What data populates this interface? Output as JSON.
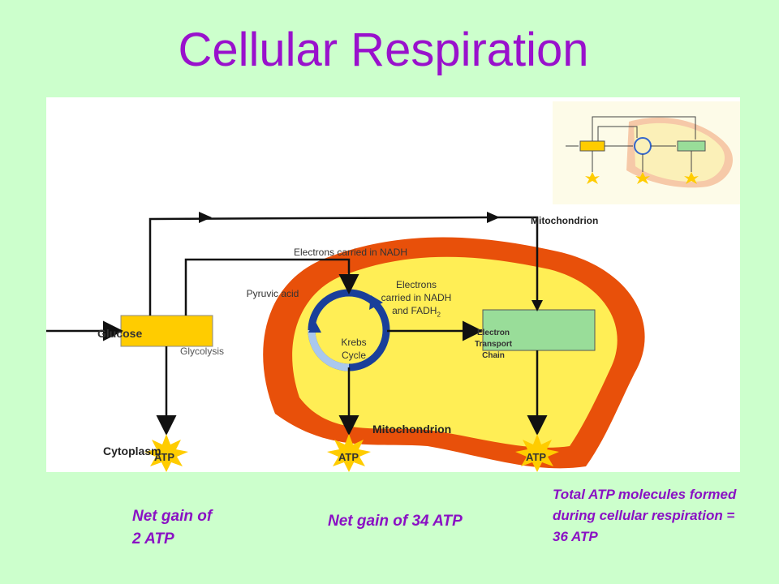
{
  "title": "Cellular Respiration",
  "labels": {
    "glucose": "Glucose",
    "glycolysis": "Glycolysis",
    "cytoplasm": "Cytoplasm",
    "pyruvic_acid": "Pyruvic acid",
    "electrons_nadh": "Electrons carried in NADH",
    "electrons_nadh_fadh2_main": "Electrons carried in NADH and FADH",
    "electrons_nadh_fadh2_sub": "2",
    "krebs_cycle": "Krebs Cycle",
    "etc": "Electron Transport Chain",
    "mito_top": "Mitochondrion",
    "mito_bottom": "Mitochondrion",
    "atp": "ATP"
  },
  "footer": {
    "gain2": "Net gain of 2 ATP",
    "gain34": "Net gain of 34 ATP",
    "total": "Total ATP molecules formed during cellular respiration = 36 ATP"
  },
  "colors": {
    "title": "#9911cc",
    "background": "#ccffcc",
    "mito_outer": "#e8500a",
    "mito_inner": "#ffee55",
    "glucose_box": "#ffcc00",
    "etc_box": "#99dd99",
    "atp_burst": "#ffcc00",
    "footer_text": "#8a10c4"
  }
}
